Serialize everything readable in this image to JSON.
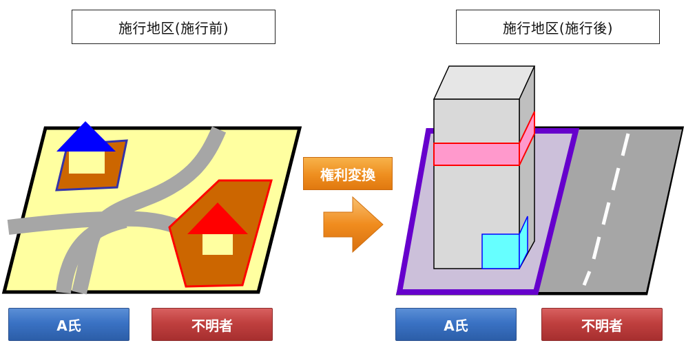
{
  "titles": {
    "before": "施行地区(施行前)",
    "after": "施行地区(施行後)"
  },
  "arrow": {
    "label": "権利変換"
  },
  "legend": {
    "left": {
      "owner_a": "A氏",
      "unknown": "不明者"
    },
    "right": {
      "owner_a": "A氏",
      "unknown": "不明者"
    }
  },
  "colors": {
    "land": "#ffffa0",
    "parcel": "#cc6600",
    "road": "#a6a6a6",
    "owner_a": "#0000ff",
    "unknown_owner": "#ff0000",
    "site_outline": "#6600cc",
    "site_fill": "#ccc0da",
    "building": "#d9d9d9",
    "unknown_floor": "#ff99cc",
    "owner_a_unit": "#66ffff",
    "arrow": "#f08c1e"
  }
}
